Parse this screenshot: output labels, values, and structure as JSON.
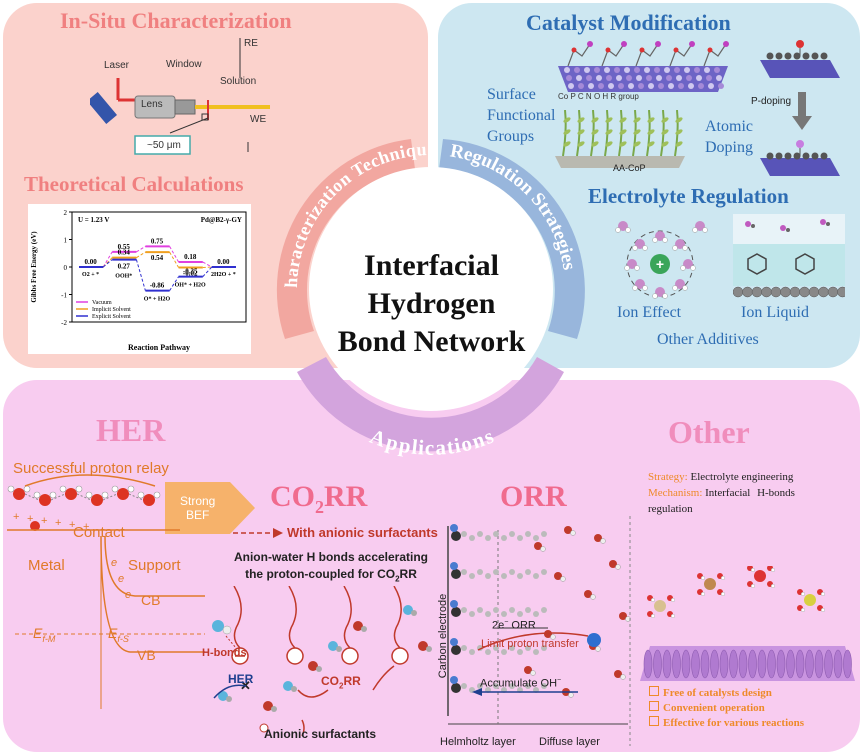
{
  "center": {
    "line1": "Interfacial",
    "line2": "Hydrogen",
    "line3": "Bond Network"
  },
  "ring": {
    "characterization": "Characterization Techniques",
    "regulation": "Regulation Strategies",
    "applications": "Applications"
  },
  "characterization": {
    "title": "In-Situ Characterization",
    "setup": {
      "laser": "Laser",
      "window": "Window",
      "re": "RE",
      "solution": "Solution",
      "lens": "Lens",
      "we": "WE",
      "scale": "~50 μm"
    },
    "theory_title": "Theoretical Calculations",
    "energy": {
      "u_label": "U = 1.23 V",
      "system": "Pd@B2-γ-GY",
      "ylabel": "Gibbs Free Energy (eV)",
      "xlabel": "Reaction Pathway",
      "yticks": [
        "2",
        "1",
        "0",
        "-1",
        "-2"
      ],
      "species": [
        "O2 + *",
        "OOH*",
        "O* + H2O",
        "OH* + H2O",
        "2H2O + *"
      ],
      "legend": [
        "Vacuum",
        "Implicit Solvent",
        "Explicit Solvent"
      ],
      "vacuum": [
        0.0,
        0.55,
        0.75,
        0.18,
        0.0
      ],
      "implicit": [
        0.0,
        0.34,
        0.54,
        -0.02,
        0.0
      ],
      "explicit": [
        0.0,
        0.27,
        -0.86,
        -0.35,
        0.0
      ],
      "labels": {
        "v0": "0.00",
        "v1": "0.55",
        "v2": "0.75",
        "v3": "0.18",
        "v4": "0.00",
        "i1": "0.34",
        "i2": "0.54",
        "i3": "-0.02",
        "e1": "0.27",
        "e2": "-0.86",
        "e3": "-0.35"
      }
    }
  },
  "regulation": {
    "title": "Catalyst Modification",
    "legend_items": [
      "Co",
      "P",
      "C",
      "N",
      "O",
      "H",
      "R group"
    ],
    "surface_groups": {
      "l1": "Surface",
      "l2": "Functional",
      "l3": "Groups"
    },
    "aa_cop": "AA-CoP",
    "p_doping": "P-doping",
    "atomic_doping": {
      "l1": "Atomic",
      "l2": "Doping"
    },
    "electrolyte_title": "Electrolyte Regulation",
    "ion_effect": "Ion Effect",
    "ion_liquid": "Ion Liquid",
    "other_additives": "Other Additives"
  },
  "applications": {
    "her": {
      "title": "HER",
      "relay": "Successful proton relay",
      "contact": "Contact",
      "bef1": "Strong",
      "bef2": "BEF",
      "metal": "Metal",
      "support": "Support",
      "cb": "CB",
      "vb": "VB",
      "efm": "E",
      "efm_sub": "f-M",
      "efs": "E",
      "efs_sub": "f-S",
      "e": "e"
    },
    "co2rr": {
      "title": "CO",
      "title_sub": "2",
      "title_end": "RR",
      "surfactants": "With anionic surfactants",
      "desc1": "Anion-water H bonds accelerating",
      "desc2": "the proton-coupled for CO",
      "desc2_sub": "2",
      "desc2_end": "RR",
      "hbonds": "H-bonds",
      "her": "HER",
      "co2rr_label": "CO",
      "co2rr_sub": "2",
      "co2rr_end": "RR",
      "legend": "Anionic surfactants"
    },
    "orr": {
      "title": "ORR",
      "carbon": "Carbon electrode",
      "twoe": "2e",
      "twoe_end": " ORR",
      "limit": "Limit proton transfer",
      "accumulate": "Accumulate OH",
      "helmholtz": "Helmholtz layer",
      "diffuse": "Diffuse layer"
    },
    "other": {
      "title": "Other",
      "strategy_k": "Strategy:",
      "strategy_v": "Electrolyte engineering",
      "mechanism_k": "Mechanism:",
      "mechanism_v": "Interfacial H-bonds",
      "mechanism_v2": "regulation",
      "checks": [
        "Free of catalysts design",
        "Convenient operation",
        "Effective for various reactions"
      ]
    }
  },
  "colors": {
    "pink_panel": "#fbd2cc",
    "blue_panel": "#cde7f1",
    "purple_panel": "#f8ccf0",
    "ring_pink": "#f2a7a0",
    "ring_blue": "#98b6dc",
    "ring_purple": "#d3a4dd",
    "title_pink": "#f08080",
    "title_blue": "#2e6db3",
    "orange": "#ee8a2a"
  }
}
